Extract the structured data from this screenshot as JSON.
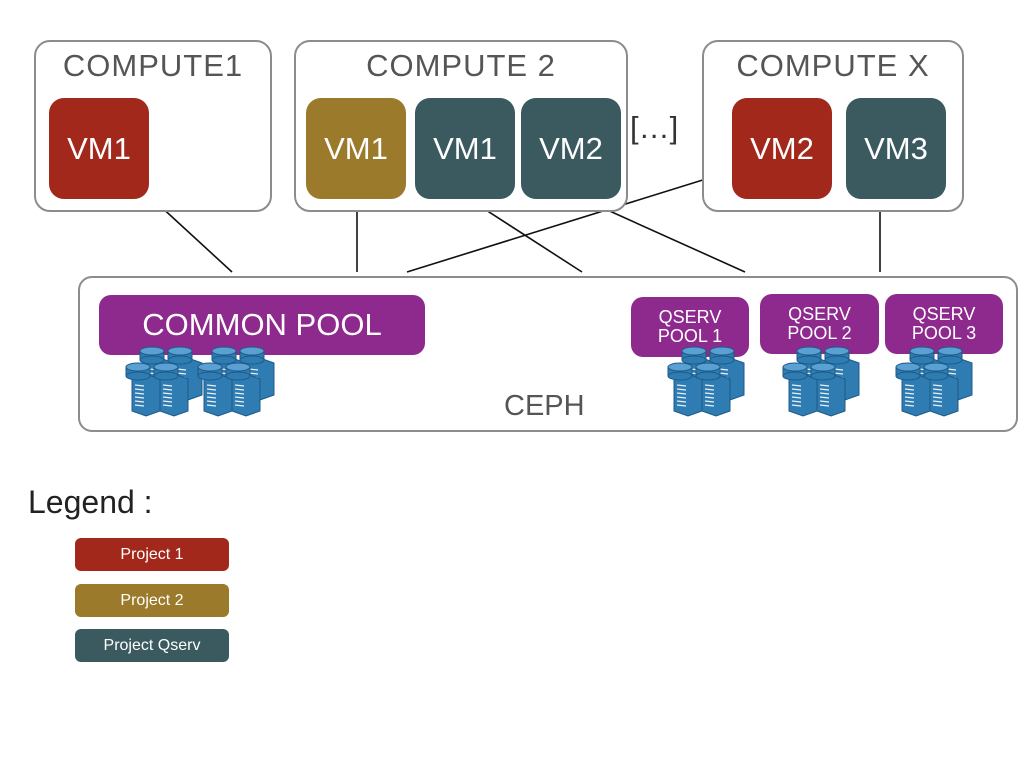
{
  "colors": {
    "project1": "#a3281c",
    "project2": "#9c7a2b",
    "qserv": "#3a5a60",
    "pool": "#8e2a8e",
    "server": "#2f7cb3"
  },
  "computes": [
    {
      "title": "COMPUTE1",
      "vms": [
        "VM1"
      ]
    },
    {
      "title": "COMPUTE 2",
      "vms": [
        "VM1",
        "VM1",
        "VM2"
      ]
    },
    {
      "title": "COMPUTE X",
      "vms": [
        "VM2",
        "VM3"
      ]
    }
  ],
  "ellipsis": "[…]",
  "ceph": {
    "label": "CEPH",
    "common_pool": "COMMON POOL",
    "qserv_pools": [
      "QSERV\nPOOL 1",
      "QSERV\nPOOL 2",
      "QSERV\nPOOL 3"
    ]
  },
  "legend": {
    "title": "Legend :",
    "items": [
      "Project 1",
      "Project 2",
      "Project Qserv"
    ]
  }
}
